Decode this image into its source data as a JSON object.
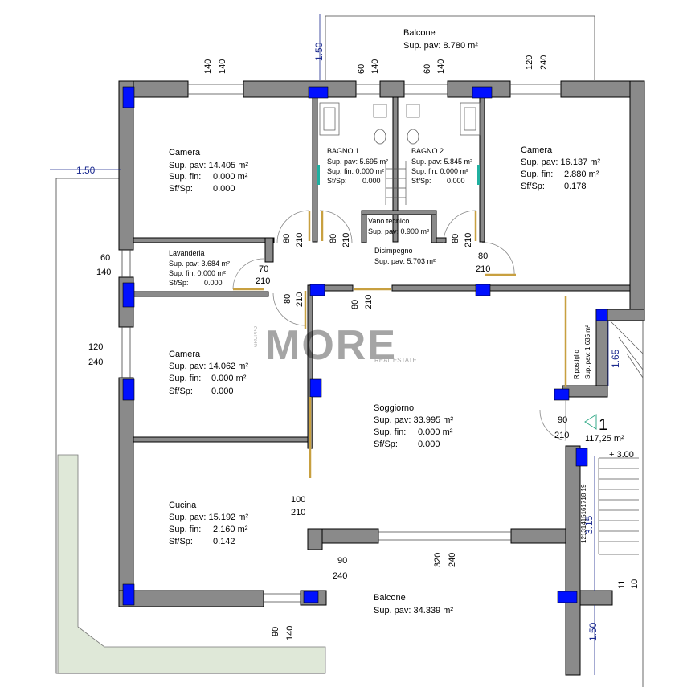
{
  "rooms": {
    "camera1": {
      "name": "Camera",
      "sup_pav": "Sup. pav: 14.405 m²",
      "sup_fin": "Sup. fin:",
      "sup_fin_val": "0.000 m²",
      "sfsp": "Sf/Sp:",
      "sfsp_val": "0.000"
    },
    "bagno1": {
      "name": "BAGNO 1",
      "sup_pav": "Sup. pav: 5.695 m²",
      "sup_fin": "Sup. fin: 0.000 m²",
      "sfsp": "Sf/Sp:",
      "sfsp_val": "0.000"
    },
    "bagno2": {
      "name": "BAGNO 2",
      "sup_pav": "Sup. pav: 5.845 m²",
      "sup_fin": "Sup. fin: 0.000 m²",
      "sfsp": "Sf/Sp:",
      "sfsp_val": "0.000"
    },
    "camera2": {
      "name": "Camera",
      "sup_pav": "Sup. pav: 16.137 m²",
      "sup_fin": "Sup. fin:",
      "sup_fin_val": "2.880 m²",
      "sfsp": "Sf/Sp:",
      "sfsp_val": "0.178"
    },
    "vano": {
      "name": "Vano tecnico",
      "sup_pav": "Sup. pav: 0.900 m²"
    },
    "disimpegno": {
      "name": "Disimpegno",
      "sup_pav": "Sup. pav: 5.703 m²"
    },
    "lavanderia": {
      "name": "Lavanderia",
      "sup_pav": "Sup. pav: 3.684 m²",
      "sup_fin": "Sup. fin: 0.000 m²",
      "sfsp": "Sf/Sp:",
      "sfsp_val": "0.000"
    },
    "camera3": {
      "name": "Camera",
      "sup_pav": "Sup. pav: 14.062 m²",
      "sup_fin": "Sup. fin:",
      "sup_fin_val": "0.000 m²",
      "sfsp": "Sf/Sp:",
      "sfsp_val": "0.000"
    },
    "soggiorno": {
      "name": "Soggiorno",
      "sup_pav": "Sup. pav: 33.995 m²",
      "sup_fin": "Sup. fin:",
      "sup_fin_val": "0.000 m²",
      "sfsp": "Sf/Sp:",
      "sfsp_val": "0.000"
    },
    "cucina": {
      "name": "Cucina",
      "sup_pav": "Sup. pav: 15.192 m²",
      "sup_fin": "Sup. fin:",
      "sup_fin_val": "2.160 m²",
      "sfsp": "Sf/Sp:",
      "sfsp_val": "0.142"
    },
    "ripostiglio": {
      "name": "Ripostiglio",
      "sup_pav": "Sup. pav: 1.635 m²"
    },
    "balcone_top": {
      "name": "Balcone",
      "sup_pav": "Sup. pav: 8.780 m²"
    },
    "balcone_bottom": {
      "name": "Balcone",
      "sup_pav": "Sup. pav: 34.339 m²"
    }
  },
  "dimensions": {
    "d140a": "140",
    "d140b": "140",
    "d60a": "60",
    "d140c": "140",
    "d60b": "60",
    "d140d": "140",
    "d120a": "120",
    "d240a": "240",
    "d60c": "60",
    "d140e": "140",
    "d120b": "120",
    "d240b": "240",
    "d80a": "80",
    "d210a": "210",
    "d80b": "80",
    "d210b": "210",
    "d80c": "80",
    "d210c": "210",
    "d70": "70",
    "d210d": "210",
    "d80d": "80",
    "d210e": "210",
    "d80e": "80",
    "d210f": "210",
    "d80f": "80",
    "d210g": "210",
    "d90a": "90",
    "d210h": "210",
    "d100": "100",
    "d210i": "210",
    "d320": "320",
    "d240c": "240",
    "d90b": "90",
    "d240d": "240",
    "d90c": "90",
    "d140f": "140",
    "d11": "11",
    "d10": "10",
    "l150a": "1.50",
    "l150b": "1.50",
    "l150c": "1.50",
    "l165": "1.65",
    "l315": "3.15",
    "elev": "+ 3.00"
  },
  "stairs": {
    "numbers": "12131415161718 19"
  },
  "unit": {
    "number": "1",
    "area": "117,25 m²"
  },
  "watermark": {
    "group": "GRUPPO",
    "brand": "MORE",
    "sub": "REAL ESTATE"
  },
  "colors": {
    "wall": "#8a8a8a",
    "column": "#0010ff",
    "terrace": "#dfe8d8",
    "dim_blue": "#1b2a8f",
    "door_leaf": "#c8a040"
  }
}
